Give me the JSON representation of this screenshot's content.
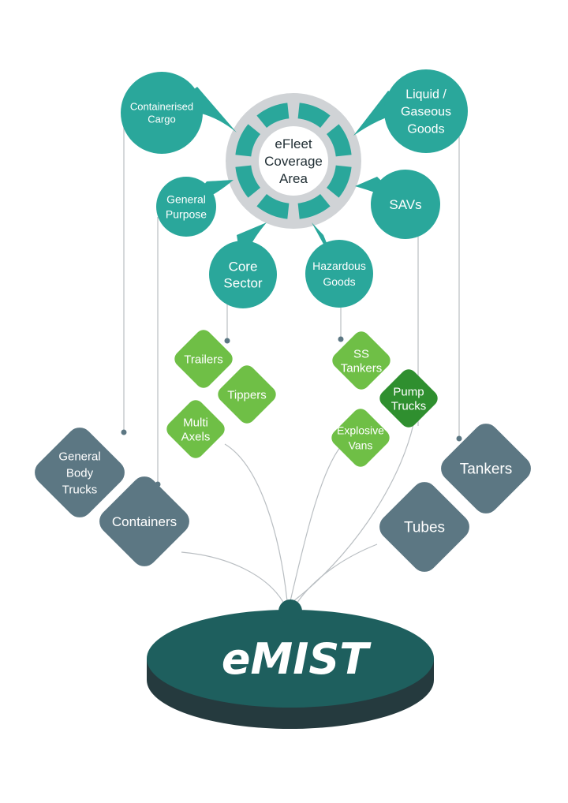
{
  "colors": {
    "teal": "#2aa79b",
    "green": "#6fbf46",
    "dark_green": "#2f8f2f",
    "slate": "#5c7783",
    "hub_ring": "#d0d3d6",
    "base_top": "#1e5f5e",
    "base_side": "#253a3e",
    "line": "#b9bec2"
  },
  "hub": {
    "lines": [
      "eFleet",
      "Coverage",
      "Area"
    ]
  },
  "categories": [
    {
      "lines": [
        "Containerised",
        "Cargo"
      ]
    },
    {
      "lines": [
        "Liquid /",
        "Gaseous",
        "Goods"
      ]
    },
    {
      "lines": [
        "General",
        "Purpose"
      ]
    },
    {
      "lines": [
        "SAVs"
      ]
    },
    {
      "lines": [
        "Core",
        "Sector"
      ]
    },
    {
      "lines": [
        "Hazardous",
        "Goods"
      ]
    }
  ],
  "sub_types": [
    {
      "lines": [
        "Trailers"
      ]
    },
    {
      "lines": [
        "Tippers"
      ]
    },
    {
      "lines": [
        "Multi",
        "Axels"
      ]
    },
    {
      "lines": [
        "SS",
        "Tankers"
      ]
    },
    {
      "lines": [
        "Pump",
        "Trucks"
      ]
    },
    {
      "lines": [
        "Explosive",
        "Vans"
      ]
    }
  ],
  "vehicles": [
    {
      "lines": [
        "General",
        "Body",
        "Trucks"
      ]
    },
    {
      "lines": [
        "Containers"
      ]
    },
    {
      "lines": [
        "Tankers"
      ]
    },
    {
      "lines": [
        "Tubes"
      ]
    }
  ],
  "base": {
    "logo": "eMIST"
  }
}
